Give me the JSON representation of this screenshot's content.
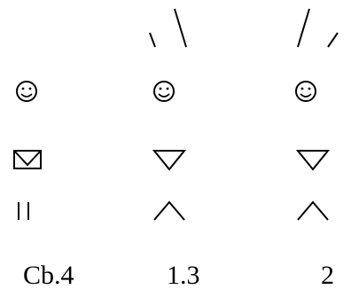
{
  "figures": [
    {
      "label": "Cb.4",
      "hair": "none",
      "torso": "box",
      "legs": "parallel"
    },
    {
      "label": "1.3",
      "hair": "left-lean",
      "torso": "triangle",
      "legs": "caret"
    },
    {
      "label": "2",
      "hair": "right-lean",
      "torso": "triangle",
      "legs": "caret"
    }
  ],
  "head_icon": "smiley-icon",
  "colors": {
    "ink": "#000000",
    "background": "#ffffff"
  }
}
